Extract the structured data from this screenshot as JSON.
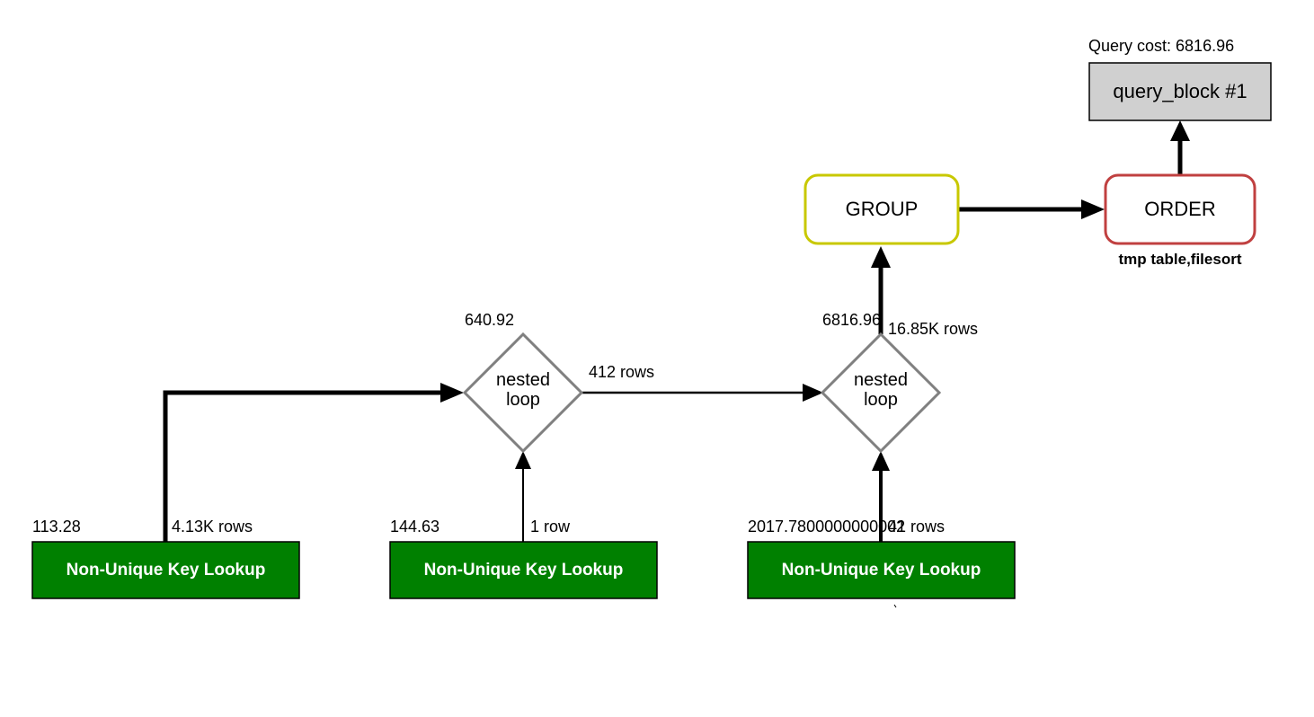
{
  "query_cost_label": "Query cost: 6816.96",
  "query_block": {
    "label": "query_block #1"
  },
  "group": {
    "label": "GROUP"
  },
  "order": {
    "label": "ORDER",
    "note": "tmp table,filesort"
  },
  "nested_loops": [
    {
      "label_line1": "nested",
      "label_line2": "loop",
      "cost": "640.92"
    },
    {
      "label_line1": "nested",
      "label_line2": "loop",
      "cost": "6816.96"
    }
  ],
  "lookups": [
    {
      "label": "Non-Unique Key Lookup",
      "cost": "113.28",
      "rows": "4.13K rows"
    },
    {
      "label": "Non-Unique Key Lookup",
      "cost": "144.63",
      "rows": "1 row"
    },
    {
      "label": "Non-Unique Key Lookup",
      "cost": "2017.7800000000002",
      "rows": "41 rows"
    }
  ],
  "edges": {
    "loop1_to_loop2_rows": "412 rows",
    "loop2_to_group_rows": "16.85K rows"
  },
  "colors": {
    "lookup_fill": "#008000",
    "group_border": "#c8c800",
    "order_border": "#c04040",
    "query_block_fill": "#d0d0d0",
    "diamond_border": "#808080"
  }
}
